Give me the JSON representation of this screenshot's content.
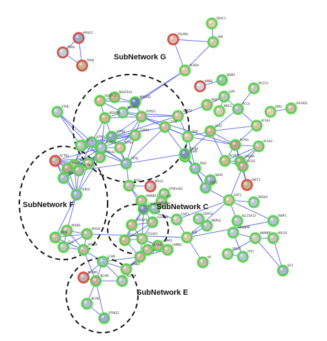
{
  "colors": {
    "edge": "#3d4fd8",
    "ring_green": "#55e04c",
    "ring_red": "#e6443f",
    "ellipse": "#111111"
  },
  "subnetworks": [
    {
      "id": "G",
      "label": "SubNetwork G"
    },
    {
      "id": "F",
      "label": "SubNetwork F"
    },
    {
      "id": "C",
      "label": "SubNetwork C"
    },
    {
      "id": "E",
      "label": "SubNetwork E"
    }
  ],
  "nodes": [
    {
      "id": "MYH15",
      "label": "MYH15",
      "ring": "red",
      "fill": "#9aa8cc"
    },
    {
      "id": "TPM3",
      "label": "TPM3",
      "ring": "red",
      "fill": "#b9d0d8"
    },
    {
      "id": "TPM4",
      "label": "TPM4",
      "ring": "red",
      "fill": "#c8b48a"
    },
    {
      "id": "ITGAM2",
      "label": "ITGAM2",
      "ring": "red",
      "fill": "#e0b8a6"
    },
    {
      "id": "VDAC1",
      "label": "VDAC1",
      "ring": "green",
      "fill": "#d8cfa8"
    },
    {
      "id": "VIM",
      "label": "VIM",
      "ring": "green",
      "fill": "#cfc4a6"
    },
    {
      "id": "ALDOA",
      "label": "ALDOA",
      "ring": "green",
      "fill": "#d4c8a0"
    },
    {
      "id": "HMBS",
      "label": "HMBS",
      "ring": "red",
      "fill": "#d0d4d8"
    },
    {
      "id": "WDR1",
      "label": "WDR1",
      "ring": "green",
      "fill": "#9ec0a4"
    },
    {
      "id": "NDUFS10",
      "label": "NDUFS10",
      "ring": "green",
      "fill": "#c8b48a"
    },
    {
      "id": "UQCRC2",
      "label": "UQCRC2",
      "ring": "green",
      "fill": "#d8b890"
    },
    {
      "id": "NDUFS1",
      "label": "NDUFS1",
      "ring": "green",
      "fill": "#6d7fb8"
    },
    {
      "id": "NDUFV2",
      "label": "NDUFV2",
      "ring": "green",
      "fill": "#b4c4d0"
    },
    {
      "id": "NDUFA5",
      "label": "NDUFA5",
      "ring": "green",
      "fill": "#d0b890"
    },
    {
      "id": "ATP5F1",
      "label": "ATP5F1",
      "ring": "green",
      "fill": "#cdb49c"
    },
    {
      "id": "CKMT2",
      "label": "CKMT2",
      "ring": "green",
      "fill": "#d0c0a0"
    },
    {
      "id": "ETFB",
      "label": "ETFB",
      "ring": "green",
      "fill": "#b8c6d0"
    },
    {
      "id": "ATP5A1",
      "label": "ATP5A1",
      "ring": "green",
      "fill": "#a8b8d0"
    },
    {
      "id": "ATP5B",
      "label": "ATP5B",
      "ring": "green",
      "fill": "#8ea6c4"
    },
    {
      "id": "ATP5O",
      "label": "ATP5O",
      "ring": "green",
      "fill": "#b0c0d0"
    },
    {
      "id": "ATP5H",
      "label": "ATP5H",
      "ring": "green",
      "fill": "#d6c0a0"
    },
    {
      "id": "COX5A",
      "label": "COX5A",
      "ring": "green",
      "fill": "#c6c0a4"
    },
    {
      "id": "CYCS",
      "label": "CYCS",
      "ring": "green",
      "fill": "#b6ccb0"
    },
    {
      "id": "ATP5I",
      "label": "ATP5I",
      "ring": "green",
      "fill": "#a0b6d0"
    },
    {
      "id": "LDHB",
      "label": "LDHB",
      "ring": "green",
      "fill": "#c8bc9c"
    },
    {
      "id": "DLD",
      "label": "DLD",
      "ring": "green",
      "fill": "#d2c8a4"
    },
    {
      "id": "PDHB",
      "label": "PDHB",
      "ring": "green",
      "fill": "#c2c6b6"
    },
    {
      "id": "IDH2",
      "label": "IDH2",
      "ring": "green",
      "fill": "#a8b8d0"
    },
    {
      "id": "IDH3B",
      "label": "IDH3B",
      "ring": "green",
      "fill": "#8090c0"
    },
    {
      "id": "MRC2",
      "label": "MRC2",
      "ring": "green",
      "fill": "#d8d0b0"
    },
    {
      "id": "PREP",
      "label": "PREP",
      "ring": "green",
      "fill": "#c8bc98"
    },
    {
      "id": "LUM",
      "label": "LUM",
      "ring": "green",
      "fill": "#b8c8b0"
    },
    {
      "id": "MCCC2",
      "label": "MCCC2",
      "ring": "green",
      "fill": "#c4c4b4"
    },
    {
      "id": "PCCA",
      "label": "PCCA",
      "ring": "green",
      "fill": "#b0c0c0"
    },
    {
      "id": "OPA1",
      "label": "OPA1",
      "ring": "green",
      "fill": "#d8d0a8"
    },
    {
      "id": "CHCHD3",
      "label": "CHCHD3",
      "ring": "green",
      "fill": "#c8c0a0"
    },
    {
      "id": "ACSS3",
      "label": "ACSS3",
      "ring": "green",
      "fill": "#d0c4a0"
    },
    {
      "id": "DLAT",
      "label": "DLAT",
      "ring": "green",
      "fill": "#c8b48c"
    },
    {
      "id": "ECHS1",
      "label": "ECHS1",
      "ring": "green",
      "fill": "#c0a088"
    },
    {
      "id": "ACAT1",
      "label": "ACAT1",
      "ring": "green",
      "fill": "#d0b890"
    },
    {
      "id": "ACAA2",
      "label": "ACAA2",
      "ring": "green",
      "fill": "#c8c0a0"
    },
    {
      "id": "HADHA",
      "label": "HADHA",
      "ring": "green",
      "fill": "#b8a88c"
    },
    {
      "id": "ACO2",
      "label": "ACO2",
      "ring": "green",
      "fill": "#c4a890"
    },
    {
      "id": "OXCT1",
      "label": "OXCT1",
      "ring": "red",
      "fill": "#c8b088"
    },
    {
      "id": "SDHA",
      "label": "SDHA",
      "ring": "green",
      "fill": "#a0aed0"
    },
    {
      "id": "GOT1",
      "label": "GOT1",
      "ring": "green",
      "fill": "#a8b8d0"
    },
    {
      "id": "GOT2",
      "label": "GOT2",
      "ring": "green",
      "fill": "#d6c4a0"
    },
    {
      "id": "PRDX4",
      "label": "PRDX4",
      "ring": "green",
      "fill": "#b8c8d4"
    },
    {
      "id": "ACTN2",
      "label": "ACTN2",
      "ring": "red",
      "fill": "#c8a8a0"
    },
    {
      "id": "ACTA1",
      "label": "ACTA1",
      "ring": "green",
      "fill": "#c4c0a4"
    },
    {
      "id": "MYOZ2",
      "label": "MYOZ2",
      "ring": "green",
      "fill": "#d0c8a8"
    },
    {
      "id": "ATP2A2",
      "label": "ATP2A2",
      "ring": "green",
      "fill": "#c0b8a0"
    },
    {
      "id": "MYH7",
      "label": "MYH7",
      "ring": "green",
      "fill": "#b8a88c"
    },
    {
      "id": "CKM",
      "label": "CKM",
      "ring": "green",
      "fill": "#a8bcd0"
    },
    {
      "id": "ACTN3",
      "label": "ACTN3",
      "ring": "green",
      "fill": "#b8b8a8"
    },
    {
      "id": "TRPV4",
      "label": "TRPV4",
      "ring": "green",
      "fill": "#a0b4d0"
    },
    {
      "id": "RPS2",
      "label": "RPS2",
      "ring": "green",
      "fill": "#c4c0b0"
    },
    {
      "id": "RPL22",
      "label": "RPL22",
      "ring": "red",
      "fill": "#d0b8b0"
    },
    {
      "id": "ATP6V1B2",
      "label": "ATP6V1B2",
      "ring": "green",
      "fill": "#bcc8b0"
    },
    {
      "id": "VCP",
      "label": "VCP",
      "ring": "green",
      "fill": "#c0c0a8"
    },
    {
      "id": "NDUFA9",
      "label": "NDUFA9",
      "ring": "green",
      "fill": "#a8b8c8"
    },
    {
      "id": "HNRNPM",
      "label": "HNRNPM",
      "ring": "green",
      "fill": "#b8c8d0"
    },
    {
      "id": "HNRNPC",
      "label": "HNRNPC",
      "ring": "green",
      "fill": "#c8c8b8"
    },
    {
      "id": "TPT1",
      "label": "TPT1",
      "ring": "green",
      "fill": "#b0c8d0"
    },
    {
      "id": "SRSF2",
      "label": "SRSF2",
      "ring": "green",
      "fill": "#c8c8b8"
    },
    {
      "id": "MRPS2",
      "label": "MRPS2",
      "ring": "green",
      "fill": "#b8c0c8"
    },
    {
      "id": "DNAJB14",
      "label": "DNAJB14",
      "ring": "green",
      "fill": "#c8c0a4"
    },
    {
      "id": "ILF3",
      "label": "ILF3",
      "ring": "green",
      "fill": "#a8b8d0"
    },
    {
      "id": "XRCC6",
      "label": "XRCC6",
      "ring": "green",
      "fill": "#c0c4b8"
    },
    {
      "id": "SLC25A13",
      "label": "SLC25A13",
      "ring": "green",
      "fill": "#b8c8c0"
    },
    {
      "id": "FABP3",
      "label": "FABP3",
      "ring": "green",
      "fill": "#b0c4d0"
    },
    {
      "id": "ALB",
      "label": "ALB",
      "ring": "green",
      "fill": "#d0c8a4"
    },
    {
      "id": "APOB1",
      "label": "APOB1",
      "ring": "green",
      "fill": "#c8c0a0"
    },
    {
      "id": "APOA1",
      "label": "APOA1",
      "ring": "green",
      "fill": "#b8c0a0"
    },
    {
      "id": "APOB",
      "label": "APOB",
      "ring": "green",
      "fill": "#c4b8a0"
    },
    {
      "id": "CLU",
      "label": "CLU",
      "ring": "green",
      "fill": "#b8c4b8"
    },
    {
      "id": "APOA4",
      "label": "APOA4",
      "ring": "green",
      "fill": "#c0b8a0"
    },
    {
      "id": "STAT1",
      "label": "STAT1",
      "ring": "green",
      "fill": "#c8c8b8"
    },
    {
      "id": "COL6A3",
      "label": "COL6A3",
      "ring": "green",
      "fill": "#7f88b8"
    },
    {
      "id": "COL6A1",
      "label": "COL6A1",
      "ring": "green",
      "fill": "#c8b890"
    },
    {
      "id": "COL6A2",
      "label": "COL6A2",
      "ring": "green",
      "fill": "#bcbca8"
    },
    {
      "id": "COL4A2",
      "label": "COL4A2",
      "ring": "green",
      "fill": "#c8b890"
    },
    {
      "id": "COL4A1",
      "label": "COL4A1",
      "ring": "green",
      "fill": "#c8c0a0"
    },
    {
      "id": "LAMC1",
      "label": "LAMC1",
      "ring": "green",
      "fill": "#c8b898"
    },
    {
      "id": "LAMB2",
      "label": "LAMB2",
      "ring": "green",
      "fill": "#c8c0a8"
    },
    {
      "id": "LAMA5",
      "label": "LAMA5",
      "ring": "green",
      "fill": "#c4b8a0"
    },
    {
      "id": "LAMA2",
      "label": "LAMA2",
      "ring": "green",
      "fill": "#c4b8a0"
    },
    {
      "id": "LAMB1",
      "label": "LAMB1",
      "ring": "green",
      "fill": "#c8c0a8"
    },
    {
      "id": "LCAM",
      "label": "LCAM",
      "ring": "green",
      "fill": "#a8bcd0"
    },
    {
      "id": "NCAM1",
      "label": "NCAM1",
      "ring": "red",
      "fill": "#c0b0a8"
    },
    {
      "id": "NCAM",
      "label": "NCAM",
      "ring": "green",
      "fill": "#c8a8a0"
    },
    {
      "id": "ALCAM",
      "label": "ALCAM",
      "ring": "green",
      "fill": "#b8c0c8"
    },
    {
      "id": "BCAN",
      "label": "BCAN",
      "ring": "green",
      "fill": "#b0c0d0"
    },
    {
      "id": "PTPRZ1",
      "label": "PTPRZ1",
      "ring": "green",
      "fill": "#9eaed0"
    },
    {
      "id": "CDH13",
      "label": "CDH13",
      "ring": "green",
      "fill": "#b8c8c8"
    },
    {
      "id": "HP",
      "label": "HP",
      "ring": "green",
      "fill": "#c0c0a8"
    }
  ],
  "edges": [
    [
      "MYH15",
      "TPM3"
    ],
    [
      "MYH15",
      "TPM4"
    ],
    [
      "TPM3",
      "TPM4"
    ],
    [
      "ITGAM2",
      "VIM"
    ],
    [
      "ITGAM2",
      "ALDOA"
    ],
    [
      "VDAC1",
      "VIM"
    ],
    [
      "VIM",
      "ALDOA"
    ],
    [
      "ALDOA",
      "NDUFS1"
    ],
    [
      "ALDOA",
      "NDUFV2"
    ],
    [
      "NDUFS10",
      "UQCRC2"
    ],
    [
      "NDUFS10",
      "NDUFS1"
    ],
    [
      "UQCRC2",
      "NDUFS1"
    ],
    [
      "UQCRC2",
      "NDUFV2"
    ],
    [
      "UQCRC2",
      "NDUFA5"
    ],
    [
      "NDUFS1",
      "NDUFV2"
    ],
    [
      "NDUFS1",
      "ATP5F1"
    ],
    [
      "NDUFV2",
      "NDUFA5"
    ],
    [
      "NDUFV2",
      "ATP5F1"
    ],
    [
      "NDUFV2",
      "CKMT2"
    ],
    [
      "NDUFA5",
      "ATP5F1"
    ],
    [
      "NDUFA5",
      "ATP5A1"
    ],
    [
      "NDUFA5",
      "ATP5B"
    ],
    [
      "NDUFA5",
      "ATP5O"
    ],
    [
      "ATP5F1",
      "CKMT2"
    ],
    [
      "ATP5F1",
      "ATP5B"
    ],
    [
      "ATP5F1",
      "ATP5H"
    ],
    [
      "ATP5F1",
      "COX5A"
    ],
    [
      "ATP5F1",
      "LDHB"
    ],
    [
      "ATP5F1",
      "DLD"
    ],
    [
      "ATP5F1",
      "ECHS1"
    ],
    [
      "CKMT2",
      "DLD"
    ],
    [
      "CKMT2",
      "PREP"
    ],
    [
      "CKMT2",
      "ATP5B"
    ],
    [
      "ETFB",
      "ATP5A1"
    ],
    [
      "ETFB",
      "CYCS"
    ],
    [
      "ATP5A1",
      "ATP5B"
    ],
    [
      "ATP5A1",
      "ATP5O"
    ],
    [
      "ATP5A1",
      "COX5A"
    ],
    [
      "ATP5A1",
      "CYCS"
    ],
    [
      "ATP5A1",
      "ATP5I"
    ],
    [
      "ATP5B",
      "ATP5O"
    ],
    [
      "ATP5B",
      "ATP5H"
    ],
    [
      "ATP5B",
      "COX5A"
    ],
    [
      "ATP5B",
      "ATP5I"
    ],
    [
      "ATP5B",
      "LDHB"
    ],
    [
      "ATP5O",
      "ATP5H"
    ],
    [
      "ATP5O",
      "COX5A"
    ],
    [
      "ATP5O",
      "CYCS"
    ],
    [
      "ATP5O",
      "ATP5I"
    ],
    [
      "ATP5O",
      "ACTN2"
    ],
    [
      "ATP5O",
      "ACTA1"
    ],
    [
      "ATP5O",
      "MYOZ2"
    ],
    [
      "ATP5H",
      "COX5A"
    ],
    [
      "ATP5H",
      "ATP5I"
    ],
    [
      "COX5A",
      "CYCS"
    ],
    [
      "COX5A",
      "ATP5I"
    ],
    [
      "CYCS",
      "ATP5I"
    ],
    [
      "ATP5I",
      "LDHB"
    ],
    [
      "ATP5I",
      "IDH3B"
    ],
    [
      "ATP5I",
      "RPS2"
    ],
    [
      "LDHB",
      "IDH3B"
    ],
    [
      "LDHB",
      "DLD"
    ],
    [
      "DLD",
      "PDHB"
    ],
    [
      "DLD",
      "DLAT"
    ],
    [
      "DLD",
      "IDH2"
    ],
    [
      "DLD",
      "ECHS1"
    ],
    [
      "PDHB",
      "DLAT"
    ],
    [
      "PDHB",
      "IDH3B"
    ],
    [
      "PDHB",
      "IDH2"
    ],
    [
      "IDH2",
      "IDH3B"
    ],
    [
      "IDH2",
      "GOT1"
    ],
    [
      "IDH2",
      "SDHA"
    ],
    [
      "IDH3B",
      "GOT1"
    ],
    [
      "PREP",
      "LUM"
    ],
    [
      "LUM",
      "PCCA"
    ],
    [
      "MRC2",
      "LUM"
    ],
    [
      "MCCC2",
      "PCCA"
    ],
    [
      "PCCA",
      "ACSS3"
    ],
    [
      "PCCA",
      "DLAT"
    ],
    [
      "OPA1",
      "CHCHD3"
    ],
    [
      "ACSS3",
      "DLAT"
    ],
    [
      "ACSS3",
      "ECHS1"
    ],
    [
      "DLAT",
      "ECHS1"
    ],
    [
      "DLAT",
      "ACAT1"
    ],
    [
      "ECHS1",
      "ACAT1"
    ],
    [
      "ECHS1",
      "ACAA2"
    ],
    [
      "ECHS1",
      "HADHA"
    ],
    [
      "ECHS1",
      "ACO2"
    ],
    [
      "ACAT1",
      "ACAA2"
    ],
    [
      "ACAT1",
      "HADHA"
    ],
    [
      "ACAT1",
      "ACO2"
    ],
    [
      "ACAA2",
      "HADHA"
    ],
    [
      "ACAA2",
      "ACO2"
    ],
    [
      "HADHA",
      "ACO2"
    ],
    [
      "HADHA",
      "OXCT1"
    ],
    [
      "ACO2",
      "OXCT1"
    ],
    [
      "ACO2",
      "GOT2"
    ],
    [
      "SDHA",
      "GOT1"
    ],
    [
      "GOT1",
      "GOT2"
    ],
    [
      "GOT2",
      "PRDX4"
    ],
    [
      "GOT2",
      "STAT1"
    ],
    [
      "GOT2",
      "ALB"
    ],
    [
      "GOT2",
      "FABP3"
    ],
    [
      "GOT2",
      "SLC25A13"
    ],
    [
      "ACTN2",
      "ACTA1"
    ],
    [
      "ACTN2",
      "MYOZ2"
    ],
    [
      "ACTN2",
      "ATP2A2"
    ],
    [
      "ACTN2",
      "MYH7"
    ],
    [
      "ACTN2",
      "CKM"
    ],
    [
      "ACTN2",
      "ACTN3"
    ],
    [
      "ACTN2",
      "TRPV4"
    ],
    [
      "ACTA1",
      "MYOZ2"
    ],
    [
      "ACTA1",
      "ATP2A2"
    ],
    [
      "ACTA1",
      "MYH7"
    ],
    [
      "ACTA1",
      "CKM"
    ],
    [
      "ACTA1",
      "ACTN3"
    ],
    [
      "ACTA1",
      "TRPV4"
    ],
    [
      "ACTA1",
      "CYCS"
    ],
    [
      "MYOZ2",
      "ATP2A2"
    ],
    [
      "MYOZ2",
      "MYH7"
    ],
    [
      "MYOZ2",
      "CKM"
    ],
    [
      "MYOZ2",
      "TRPV4"
    ],
    [
      "ATP2A2",
      "MYH7"
    ],
    [
      "ATP2A2",
      "CKM"
    ],
    [
      "ATP2A2",
      "TRPV4"
    ],
    [
      "MYH7",
      "CKM"
    ],
    [
      "MYH7",
      "ACTN3"
    ],
    [
      "MYH7",
      "TRPV4"
    ],
    [
      "CKM",
      "ACTN3"
    ],
    [
      "CKM",
      "TRPV4"
    ],
    [
      "ACTN3",
      "TRPV4"
    ],
    [
      "ACTN3",
      "ATP5A1"
    ],
    [
      "ATP2A2",
      "ETFB"
    ],
    [
      "ATP2A2",
      "ATP5A1"
    ],
    [
      "MYH7",
      "ATP5A1"
    ],
    [
      "ACTN3",
      "ATP5I"
    ],
    [
      "TRPV4",
      "APOB1"
    ],
    [
      "TRPV4",
      "APOB"
    ],
    [
      "ATP6V1B2",
      "VCP"
    ],
    [
      "VCP",
      "NDUFA9"
    ],
    [
      "NDUFA9",
      "COL6A3"
    ],
    [
      "RPS2",
      "RPL22"
    ],
    [
      "RPS2",
      "DNAJB14"
    ],
    [
      "RPS2",
      "COL6A3"
    ],
    [
      "COL6A3",
      "COL6A1"
    ],
    [
      "COL6A3",
      "COL6A2"
    ],
    [
      "COL6A3",
      "COL4A2"
    ],
    [
      "COL6A3",
      "COL4A1"
    ],
    [
      "COL6A3",
      "STAT1"
    ],
    [
      "COL6A1",
      "COL6A2"
    ],
    [
      "COL6A1",
      "COL4A2"
    ],
    [
      "COL6A1",
      "COL4A1"
    ],
    [
      "COL6A2",
      "COL4A2"
    ],
    [
      "COL6A2",
      "COL4A1"
    ],
    [
      "COL4A2",
      "COL4A1"
    ],
    [
      "COL4A1",
      "LAMC1"
    ],
    [
      "COL4A2",
      "LAMC1"
    ],
    [
      "COL4A1",
      "LAMB2"
    ],
    [
      "COL4A1",
      "LAMA5"
    ],
    [
      "LAMC1",
      "LAMB2"
    ],
    [
      "LAMC1",
      "LAMA5"
    ],
    [
      "LAMC1",
      "LAMA2"
    ],
    [
      "LAMC1",
      "LAMB1"
    ],
    [
      "LAMB2",
      "LAMA5"
    ],
    [
      "LAMA5",
      "LAMB1"
    ],
    [
      "LAMA5",
      "LAMA2"
    ],
    [
      "LAMA2",
      "LAMB1"
    ],
    [
      "LAMB1",
      "LCAM"
    ],
    [
      "LAMC1",
      "LCAM"
    ],
    [
      "STAT1",
      "ALB"
    ],
    [
      "ALB",
      "HP"
    ],
    [
      "ALB",
      "FABP3"
    ],
    [
      "APOB1",
      "APOA1"
    ],
    [
      "APOB1",
      "APOB"
    ],
    [
      "APOB1",
      "CLU"
    ],
    [
      "APOB1",
      "APOA4"
    ],
    [
      "APOA1",
      "APOB"
    ],
    [
      "APOA1",
      "CLU"
    ],
    [
      "APOA1",
      "APOA4"
    ],
    [
      "APOA1",
      "ALB"
    ],
    [
      "APOB",
      "CLU"
    ],
    [
      "APOB",
      "APOA4"
    ],
    [
      "CLU",
      "APOA4"
    ],
    [
      "APOA4",
      "LCAM"
    ],
    [
      "APOA4",
      "NCAM"
    ],
    [
      "LCAM",
      "NCAM1"
    ],
    [
      "LCAM",
      "NCAM"
    ],
    [
      "LCAM",
      "ALCAM"
    ],
    [
      "NCAM1",
      "NCAM"
    ],
    [
      "NCAM",
      "ALCAM"
    ],
    [
      "NCAM",
      "BCAN"
    ],
    [
      "NCAM",
      "PTPRZ1"
    ],
    [
      "BCAN",
      "PTPRZ1"
    ],
    [
      "ALCAM",
      "LAMB1"
    ],
    [
      "SLC25A13",
      "HNRNPM"
    ],
    [
      "HNRNPM",
      "HNRNPC"
    ],
    [
      "HNRNPM",
      "TPT1"
    ],
    [
      "HNRNPC",
      "ILF3"
    ],
    [
      "HNRNPC",
      "XRCC6"
    ],
    [
      "ILF3",
      "XRCC6"
    ],
    [
      "HNRNPC",
      "SRSF2"
    ],
    [
      "TPT1",
      "SRSF2"
    ],
    [
      "MRPS2",
      "ALB"
    ],
    [
      "HMBS",
      "WDR1"
    ]
  ]
}
